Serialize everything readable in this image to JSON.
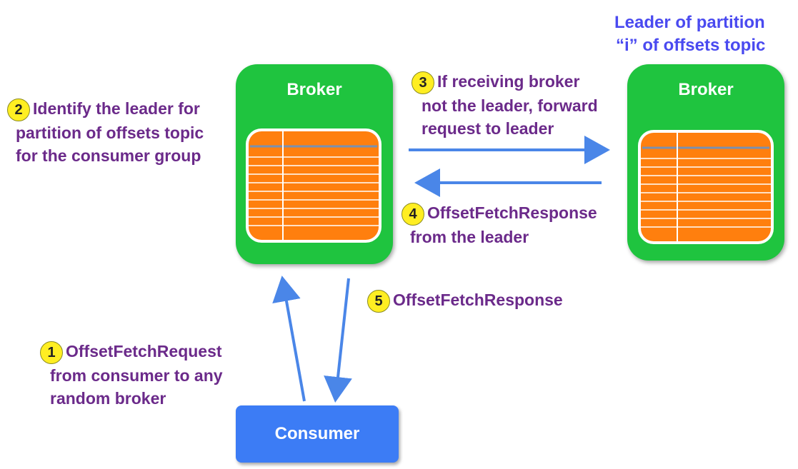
{
  "diagram": {
    "leader_label": {
      "line1": "Leader of partition",
      "line2": "“i” of offsets topic"
    },
    "brokers": [
      {
        "title": "Broker"
      },
      {
        "title": "Broker"
      }
    ],
    "consumer": {
      "label": "Consumer"
    },
    "steps": [
      {
        "number": "1",
        "lines": [
          "OffsetFetchRequest",
          "from consumer to any",
          "random broker"
        ]
      },
      {
        "number": "2",
        "lines": [
          "Identify the leader for",
          "partition of offsets topic",
          "for the consumer group"
        ]
      },
      {
        "number": "3",
        "lines": [
          "If receiving broker",
          "not the leader, forward",
          "request to leader"
        ]
      },
      {
        "number": "4",
        "lines": [
          "OffsetFetchResponse",
          "from the leader"
        ]
      },
      {
        "number": "5",
        "lines": [
          "OffsetFetchResponse"
        ]
      }
    ],
    "colors": {
      "broker": "#1fc43f",
      "table": "#ff7f0e",
      "consumer": "#3c7cf5",
      "arrow": "#4a86e8",
      "note_text": "#6b2a8a",
      "badge": "#ffee22",
      "leader_text": "#4a4af0"
    }
  }
}
